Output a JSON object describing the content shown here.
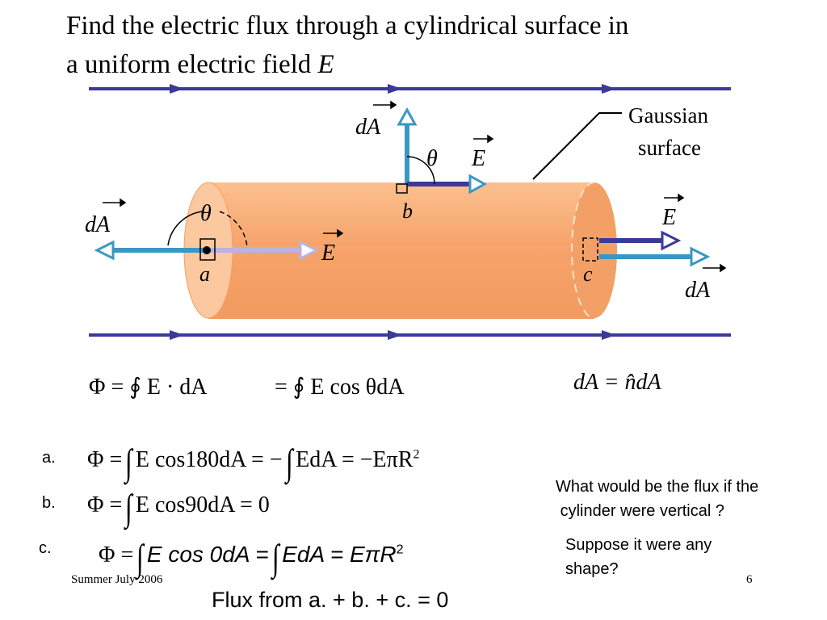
{
  "slide": {
    "title_line1": "Find the electric flux through a cylindrical surface in",
    "title_line2": "a uniform electric field",
    "title_var": "E",
    "footer_left": "Summer July 2006",
    "page_number": "6"
  },
  "diagram": {
    "gaussian_label_1": "Gaussian",
    "gaussian_label_2": "surface",
    "dA": "dA",
    "E": "E",
    "theta": "θ",
    "point_a": "a",
    "point_b": "b",
    "point_c": "c",
    "colors": {
      "field_lines": "#3b3a9a",
      "cylinder": "#f6a46c",
      "dA_arrow": "#3a97c4",
      "E_arrow_light": "#b9b3e0"
    }
  },
  "equations": {
    "main_lhs": "Φ = ∮ E · dA",
    "main_rhs": "= ∮ E cos θdA",
    "normal": "dA = n̂dA",
    "a_label": "a.",
    "a_eq_1": "Φ =",
    "a_eq_2": "E cos180dA = −",
    "a_eq_3": "EdA = −EπR",
    "a_sup": "2",
    "b_label": "b.",
    "b_eq_1": "Φ =",
    "b_eq_2": "E cos90dA = 0",
    "c_label": "c.",
    "c_eq_1": "Φ =",
    "c_eq_2": "E cos 0dA =",
    "c_eq_3": "EdA = EπR",
    "c_sup": "2",
    "flux_sum": "Flux from a. + b. + c. = 0"
  },
  "notes": {
    "q1_line1": "What would be the flux if the",
    "q1_line2": "cylinder were vertical ?",
    "q2_line1": "Suppose it were any",
    "q2_line2": "shape?"
  }
}
